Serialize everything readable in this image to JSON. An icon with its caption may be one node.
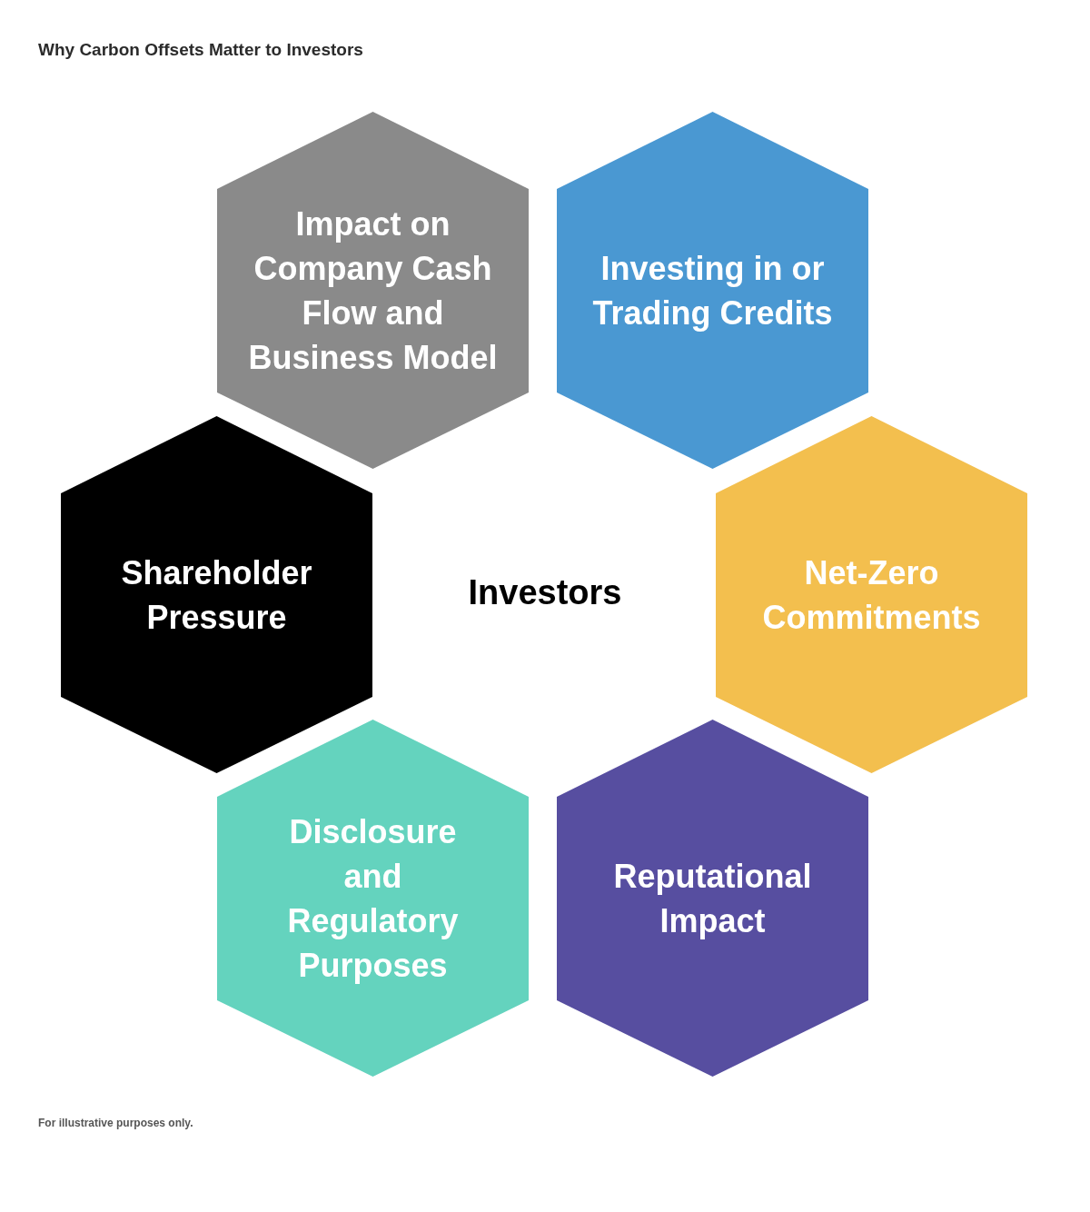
{
  "diagram": {
    "title": "Why Carbon Offsets Matter to Investors",
    "nodes": [
      {
        "text": [
          "Impact on Company Cash Flow and Business Model"
        ]
      },
      {
        "text": [
          "Investing in or Trading Credits"
        ]
      },
      {
        "text": [
          "Shareholder Pressure"
        ]
      },
      {
        "text": [
          "Net-Zero Commitments"
        ]
      },
      {
        "text": [
          "Disclosure and Regulatory Purposes"
        ]
      },
      {
        "text": [
          "Reputational Impact"
        ]
      }
    ],
    "labels": [
      "Investors",
      "For illustrative purposes only."
    ]
  }
}
